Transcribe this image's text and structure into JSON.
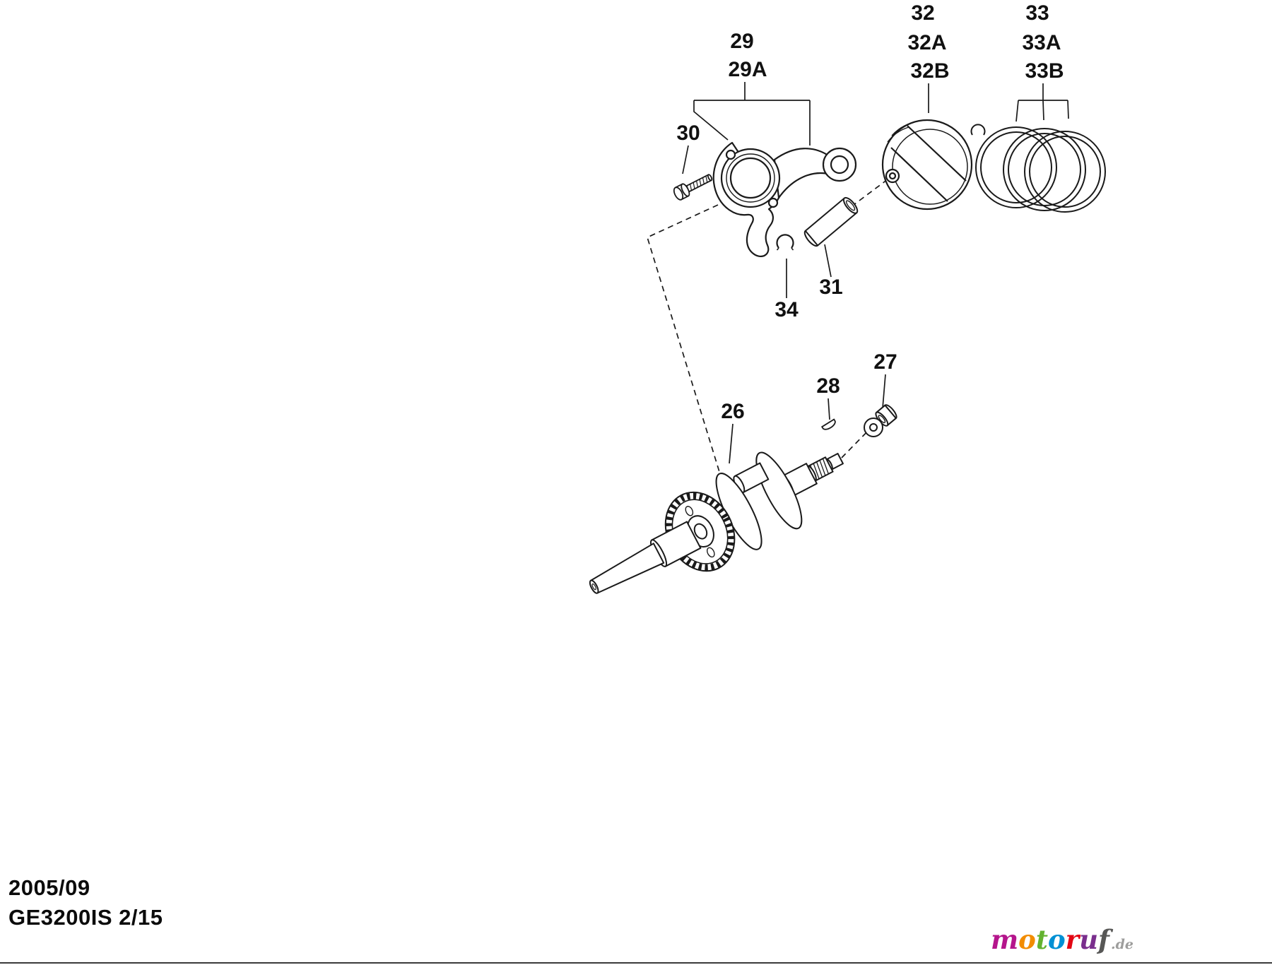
{
  "colors": {
    "line": "#1a1a1a",
    "text": "#111111",
    "rule": "#3a3a3a"
  },
  "callouts": {
    "c26": "26",
    "c27": "27",
    "c28": "28",
    "c29": "29",
    "c29a": "29A",
    "c30": "30",
    "c31": "31",
    "c32": "32",
    "c32a": "32A",
    "c32b": "32B",
    "c33": "33",
    "c33a": "33A",
    "c33b": "33B",
    "c34": "34"
  },
  "footer": {
    "date": "2005/09",
    "model": "GE3200IS 2/15"
  },
  "logo": {
    "letters": [
      {
        "ch": "m",
        "color": "#b5158c"
      },
      {
        "ch": "o",
        "color": "#f28c00"
      },
      {
        "ch": "t",
        "color": "#63b22f"
      },
      {
        "ch": "o",
        "color": "#0090d4"
      },
      {
        "ch": "r",
        "color": "#e30613"
      },
      {
        "ch": "u",
        "color": "#7a2e8d"
      },
      {
        "ch": "f",
        "color": "#575756"
      }
    ],
    "suffix": ".de"
  }
}
